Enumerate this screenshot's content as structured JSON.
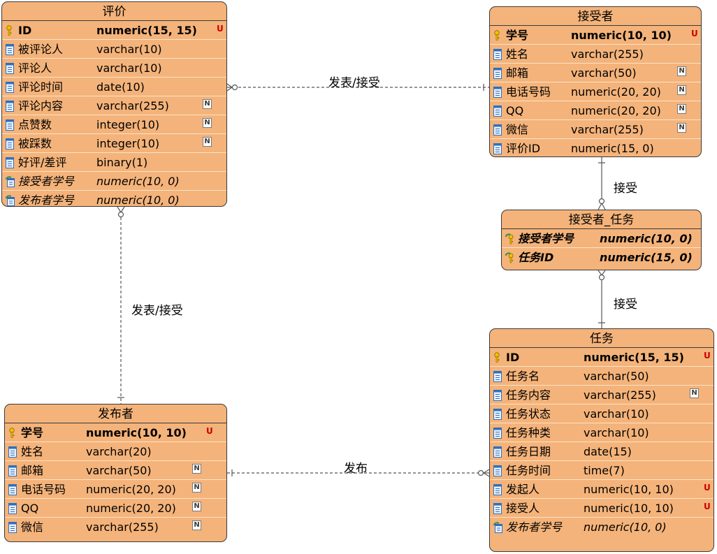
{
  "entities": {
    "pingjia": {
      "title": "评价",
      "rows": [
        {
          "name": "ID",
          "type": "numeric(15, 15)",
          "flag": "U",
          "icon": "primary-key-icon"
        },
        {
          "name": "被评论人",
          "type": "varchar(10)",
          "flag": "",
          "icon": "column-icon"
        },
        {
          "name": "评论人",
          "type": "varchar(10)",
          "flag": "",
          "icon": "column-icon"
        },
        {
          "name": "评论时间",
          "type": "date(10)",
          "flag": "",
          "icon": "column-icon"
        },
        {
          "name": "评论内容",
          "type": "varchar(255)",
          "flag": "N",
          "icon": "column-icon"
        },
        {
          "name": "点赞数",
          "type": "integer(10)",
          "flag": "N",
          "icon": "column-icon"
        },
        {
          "name": "被踩数",
          "type": "integer(10)",
          "flag": "N",
          "icon": "column-icon"
        },
        {
          "name": "好评/差评",
          "type": "binary(1)",
          "flag": "",
          "icon": "column-icon"
        },
        {
          "name": "接受者学号",
          "type": "numeric(10, 0)",
          "flag": "",
          "icon": "foreign-key-icon"
        },
        {
          "name": "发布者学号",
          "type": "numeric(10, 0)",
          "flag": "",
          "icon": "foreign-key-icon"
        }
      ]
    },
    "jieshouzhe": {
      "title": "接受者",
      "rows": [
        {
          "name": "学号",
          "type": "numeric(10, 10)",
          "flag": "U",
          "icon": "primary-key-icon"
        },
        {
          "name": "姓名",
          "type": "varchar(255)",
          "flag": "",
          "icon": "column-icon"
        },
        {
          "name": "邮箱",
          "type": "varchar(50)",
          "flag": "N",
          "icon": "column-icon"
        },
        {
          "name": "电话号码",
          "type": "numeric(20, 20)",
          "flag": "N",
          "icon": "column-icon"
        },
        {
          "name": "QQ",
          "type": "numeric(20, 20)",
          "flag": "N",
          "icon": "column-icon"
        },
        {
          "name": "微信",
          "type": "varchar(255)",
          "flag": "N",
          "icon": "column-icon"
        },
        {
          "name": "评价ID",
          "type": "numeric(15, 0)",
          "flag": "",
          "icon": "column-icon"
        }
      ]
    },
    "jieshouzhe_renwu": {
      "title": "接受者_任务",
      "rows": [
        {
          "name": "接受者学号",
          "type": "numeric(10, 0)",
          "flag": "",
          "icon": "primary-foreign-key-icon"
        },
        {
          "name": "任务ID",
          "type": "numeric(15, 0)",
          "flag": "",
          "icon": "primary-foreign-key-icon"
        }
      ]
    },
    "renwu": {
      "title": "任务",
      "rows": [
        {
          "name": "ID",
          "type": "numeric(15, 15)",
          "flag": "U",
          "icon": "primary-key-icon"
        },
        {
          "name": "任务名",
          "type": "varchar(50)",
          "flag": "",
          "icon": "column-icon"
        },
        {
          "name": "任务内容",
          "type": "varchar(255)",
          "flag": "N",
          "icon": "column-icon"
        },
        {
          "name": "任务状态",
          "type": "varchar(10)",
          "flag": "",
          "icon": "column-icon"
        },
        {
          "name": "任务种类",
          "type": "varchar(10)",
          "flag": "",
          "icon": "column-icon"
        },
        {
          "name": "任务日期",
          "type": "date(15)",
          "flag": "",
          "icon": "column-icon"
        },
        {
          "name": "任务时间",
          "type": "time(7)",
          "flag": "",
          "icon": "column-icon"
        },
        {
          "name": "发起人",
          "type": "numeric(10, 10)",
          "flag": "U",
          "icon": "column-icon"
        },
        {
          "name": "接受人",
          "type": "numeric(10, 10)",
          "flag": "U",
          "icon": "column-icon"
        },
        {
          "name": "发布者学号",
          "type": "numeric(10, 0)",
          "flag": "",
          "icon": "foreign-key-icon"
        }
      ]
    },
    "fabuzhe": {
      "title": "发布者",
      "rows": [
        {
          "name": "学号",
          "type": "numeric(10, 10)",
          "flag": "U",
          "icon": "primary-key-icon"
        },
        {
          "name": "姓名",
          "type": "varchar(20)",
          "flag": "",
          "icon": "column-icon"
        },
        {
          "name": "邮箱",
          "type": "varchar(50)",
          "flag": "N",
          "icon": "column-icon"
        },
        {
          "name": "电话号码",
          "type": "numeric(20, 20)",
          "flag": "N",
          "icon": "column-icon"
        },
        {
          "name": "QQ",
          "type": "numeric(20, 20)",
          "flag": "N",
          "icon": "column-icon"
        },
        {
          "name": "微信",
          "type": "varchar(255)",
          "flag": "N",
          "icon": "column-icon"
        }
      ]
    }
  },
  "relations": {
    "pingjia_jieshouzhe": "发表/接受",
    "jieshouzhe_link": "接受",
    "link_renwu": "接受",
    "pingjia_fabuzhe": "发表/接受",
    "fabuzhe_renwu": "发布"
  },
  "colors": {
    "entity_fill": "#f4b37a",
    "border": "#3a3a3a",
    "row_separator": "#fbe3c8",
    "unique_flag": "#cc0000",
    "key_icon": "#e8b400",
    "column_icon": "#3b7fd0",
    "fk_arrow": "#2e8b57"
  }
}
